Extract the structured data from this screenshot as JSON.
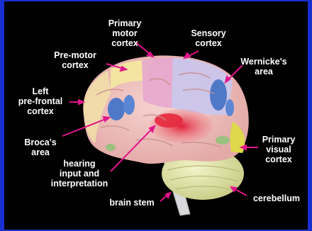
{
  "labels": {
    "primary_motor_cortex": [
      "Primary",
      "motor",
      "cortex"
    ],
    "sensory_cortex": [
      "Sensory",
      "cortex"
    ],
    "pre_motor_cortex": [
      "Pre-motor",
      "cortex"
    ],
    "wernickes_area": [
      "Wernicke's",
      "area"
    ],
    "left_prefrontal_cortex": [
      "Left",
      "pre-frontal",
      "cortex"
    ],
    "brocas_area": [
      "Broca's",
      "area"
    ],
    "hearing": [
      "hearing",
      "input and",
      "interpretation"
    ],
    "primary_visual_cortex": [
      "Primary",
      "visual",
      "cortex"
    ],
    "brain_stem": "brain stem",
    "cerebellum": "cerebellum"
  },
  "colors": {
    "background": "#000000",
    "border": "#1b2fd0",
    "pointer": "#e0168c",
    "brain_pink": "#f2c7c6",
    "motor_region": "#e7a8cf",
    "sensory_region": "#c9c6ee",
    "speech_blue": "#4f79c7",
    "hearing_red": "#e5293d",
    "visual_yellow": "#ded84a",
    "cerebellum_yellow": "#e6e8ae",
    "stem_grey": "#d9d9db"
  }
}
